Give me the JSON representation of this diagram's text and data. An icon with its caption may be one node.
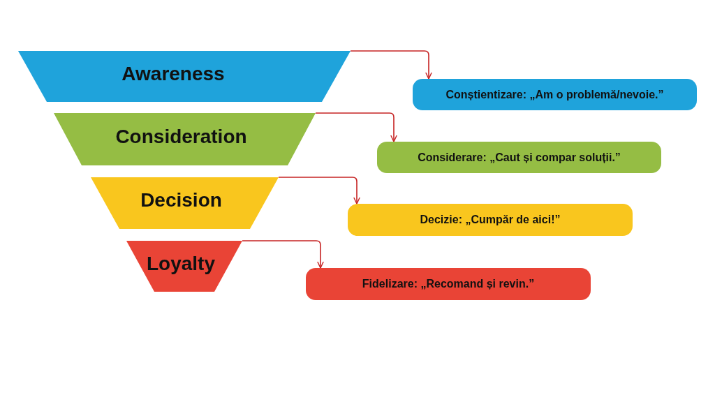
{
  "diagram": {
    "nodes": [
      {
        "text": [
          "Awareness"
        ]
      },
      {
        "text": [
          "Conștientizare: „Am o problemă/nevoie.”"
        ]
      },
      {
        "text": [
          "Consideration"
        ]
      },
      {
        "text": [
          "Considerare: „Caut și compar soluții.”"
        ]
      },
      {
        "text": [
          "Decision"
        ]
      },
      {
        "text": [
          "Decizie: „Cumpăr de aici!”"
        ]
      },
      {
        "text": [
          "Loyalty"
        ]
      },
      {
        "text": [
          "Fidelizare: „Recomand și revin.”"
        ]
      }
    ],
    "edges": [
      {
        "from": 0,
        "to": 1,
        "arrow": "to"
      },
      {
        "from": 2,
        "to": 3,
        "arrow": "to"
      },
      {
        "from": 4,
        "to": 5,
        "arrow": "to"
      },
      {
        "from": 6,
        "to": 7,
        "arrow": "to"
      }
    ]
  }
}
